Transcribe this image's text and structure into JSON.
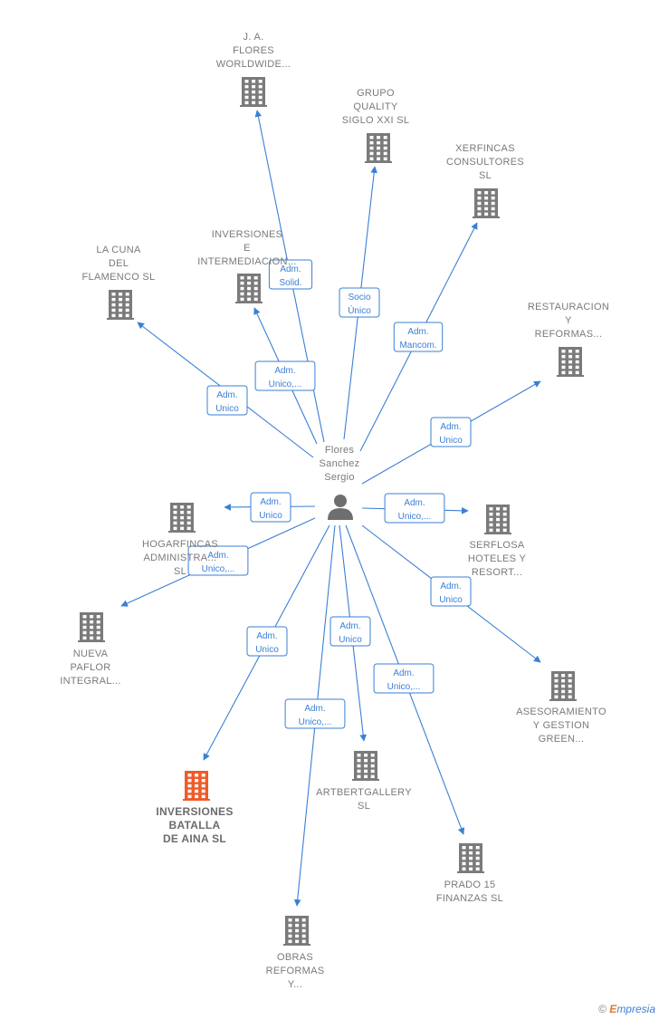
{
  "center": {
    "lines": [
      "Flores",
      "Sanchez",
      "Sergio"
    ],
    "icon": "person-icon"
  },
  "companies": [
    {
      "id": "ja_flores",
      "lines": [
        "J. A.",
        "FLORES",
        "WORLDWIDE..."
      ],
      "highlight": false
    },
    {
      "id": "grupo_quality",
      "lines": [
        "GRUPO",
        "QUALITY",
        "SIGLO XXI SL"
      ],
      "highlight": false
    },
    {
      "id": "xerfincas",
      "lines": [
        "XERFINCAS",
        "CONSULTORES",
        "SL"
      ],
      "highlight": false
    },
    {
      "id": "inversiones_e",
      "lines": [
        "INVERSIONES",
        "E",
        "INTERMEDIACION..."
      ],
      "highlight": false
    },
    {
      "id": "la_cuna",
      "lines": [
        "LA CUNA",
        "DEL",
        "FLAMENCO SL"
      ],
      "highlight": false
    },
    {
      "id": "restauracion",
      "lines": [
        "RESTAURACION",
        "Y",
        "REFORMAS..."
      ],
      "highlight": false
    },
    {
      "id": "hogarfincas",
      "lines": [
        "HOGARFINCAS",
        "ADMINISTRA...",
        "SL"
      ],
      "highlight": false
    },
    {
      "id": "serflosa",
      "lines": [
        "SERFLOSA",
        "HOTELES Y",
        "RESORT..."
      ],
      "highlight": false
    },
    {
      "id": "nueva_paflor",
      "lines": [
        "NUEVA",
        "PAFLOR",
        "INTEGRAL..."
      ],
      "highlight": false
    },
    {
      "id": "asesoramiento",
      "lines": [
        "ASESORAMIENTO",
        "Y GESTION",
        "GREEN..."
      ],
      "highlight": false
    },
    {
      "id": "inversiones_batalla",
      "lines": [
        "INVERSIONES",
        "BATALLA",
        "DE AINA SL"
      ],
      "highlight": true
    },
    {
      "id": "artbertgallery",
      "lines": [
        "ARTBERTGALLERY",
        "SL"
      ],
      "highlight": false
    },
    {
      "id": "prado15",
      "lines": [
        "PRADO 15",
        "FINANZAS SL"
      ],
      "highlight": false
    },
    {
      "id": "obras_reformas",
      "lines": [
        "OBRAS",
        "REFORMAS",
        "Y..."
      ],
      "highlight": false
    }
  ],
  "edges": [
    {
      "to": "ja_flores",
      "label": [
        "Adm.",
        "Solid."
      ]
    },
    {
      "to": "grupo_quality",
      "label": [
        "Socio",
        "Único"
      ]
    },
    {
      "to": "xerfincas",
      "label": [
        "Adm.",
        "Mancom."
      ]
    },
    {
      "to": "inversiones_e",
      "label": [
        "Adm.",
        "Unico,..."
      ]
    },
    {
      "to": "la_cuna",
      "label": [
        "Adm.",
        "Unico"
      ]
    },
    {
      "to": "restauracion",
      "label": [
        "Adm.",
        "Unico"
      ]
    },
    {
      "to": "hogarfincas",
      "label": [
        "Adm.",
        "Unico"
      ]
    },
    {
      "to": "serflosa",
      "label": [
        "Adm.",
        "Unico,..."
      ]
    },
    {
      "to": "nueva_paflor",
      "label": [
        "Adm.",
        "Unico,..."
      ]
    },
    {
      "to": "asesoramiento",
      "label": [
        "Adm.",
        "Unico"
      ]
    },
    {
      "to": "inversiones_batalla",
      "label": [
        "Adm.",
        "Unico"
      ]
    },
    {
      "to": "artbertgallery",
      "label": [
        "Adm.",
        "Unico"
      ]
    },
    {
      "to": "prado15",
      "label": [
        "Adm.",
        "Unico,..."
      ]
    },
    {
      "to": "obras_reformas",
      "label": [
        "Adm.",
        "Unico,..."
      ]
    }
  ],
  "colors": {
    "edge": "#3a7fd5",
    "building": "#7a7a7a",
    "highlight": "#f05a28",
    "person": "#6e6e6e"
  },
  "footer": {
    "copyright": "©",
    "brand_initial": "E",
    "brand_rest": "mpresia"
  }
}
